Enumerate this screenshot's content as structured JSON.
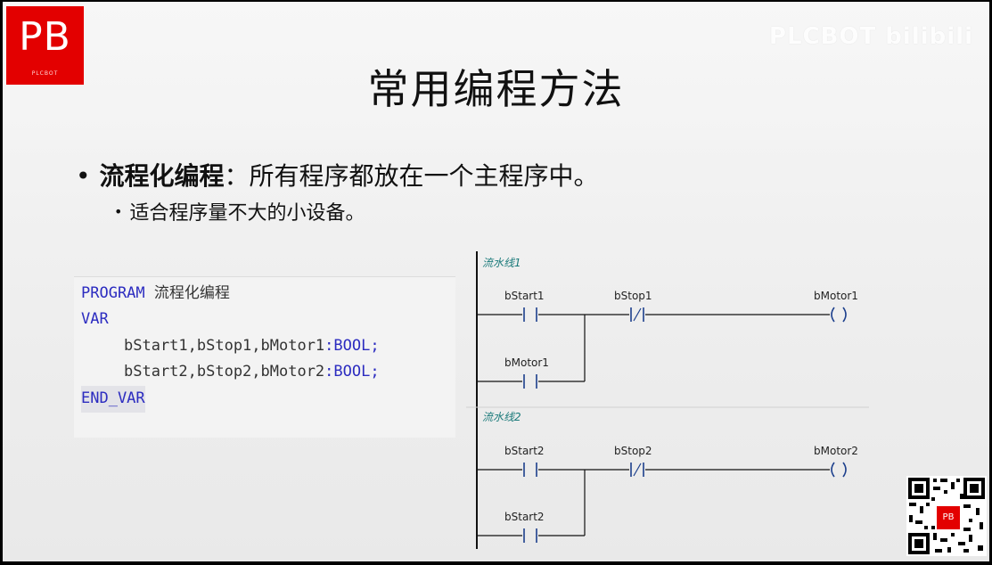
{
  "logo": {
    "text": "PB",
    "subtext": "PLCBOT"
  },
  "watermark": "PLCBOT bilibili",
  "slide": {
    "title": "常用编程方法",
    "bullet1_bold": "流程化编程",
    "bullet1_rest": "：所有程序都放在一个主程序中。",
    "bullet2": "适合程序量不大的小设备。"
  },
  "code": {
    "program_kw": "PROGRAM",
    "program_name": "流程化编程",
    "var_kw": "VAR",
    "decl1_vars": "bStart1,bStop1,bMotor1",
    "decl1_type": ":BOOL;",
    "decl2_vars": "bStart2,bStop2,bMotor2",
    "decl2_type": ":BOOL;",
    "end_var": "END_VAR"
  },
  "ladder": {
    "network1": {
      "title": "流水线1",
      "contact_start": "bStart1",
      "contact_stop": "bStop1",
      "coil": "bMotor1",
      "seal_in": "bMotor1"
    },
    "network2": {
      "title": "流水线2",
      "contact_start": "bStart2",
      "contact_stop": "bStop2",
      "coil": "bMotor2",
      "seal_in": "bStart2"
    }
  },
  "qr": {
    "badge": "PB"
  }
}
